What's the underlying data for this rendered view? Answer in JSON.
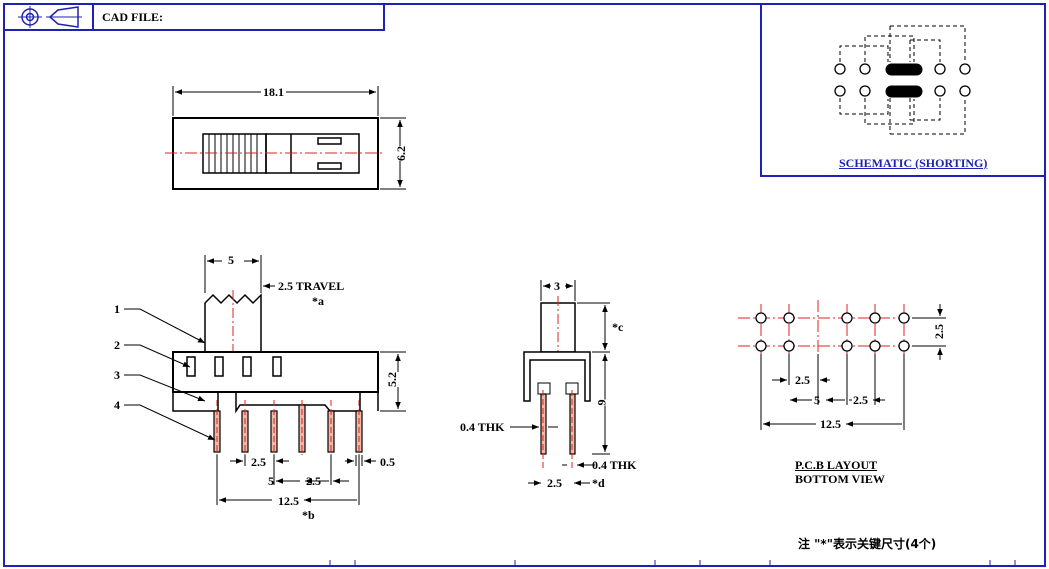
{
  "title_block": {
    "cad_label": "CAD FILE:",
    "projection_icon": "third-angle-projection-icon"
  },
  "top_view": {
    "length_dim": "18.1",
    "width_dim": "6.2"
  },
  "schematic": {
    "caption": "SCHEMATIC (SHORTING)"
  },
  "side_view": {
    "actuator_width": "5",
    "travel": "2.5 TRAVEL",
    "note_a": "*a",
    "height_dim": "5.2",
    "callouts": [
      "1",
      "2",
      "3",
      "4"
    ],
    "pitch_1": "2.5",
    "pitch_2": "5",
    "pitch_3": "2.5",
    "pin_width": "0.5",
    "overall": "12.5",
    "note_b": "*b"
  },
  "end_view": {
    "actuator_width": "3",
    "note_c": "*c",
    "body_height": "9",
    "thk_left": "0.4 THK",
    "thk_right": "0.4 THK",
    "pin_pitch": "2.5",
    "note_d": "*d"
  },
  "pcb_layout": {
    "row_pitch": "2.5",
    "pitch_a": "2.5",
    "pitch_b": "5",
    "pitch_c": "2.5",
    "overall": "12.5",
    "title_line1": "P.C.B LAYOUT",
    "title_line2": "BOTTOM VIEW"
  },
  "footnote": "注 \"*\"表示关键尺寸(4个)",
  "colors": {
    "frame": "#1e22b4",
    "line": "#000000",
    "center_line": "#e02020",
    "pin_fill": "#f0b8a8"
  }
}
